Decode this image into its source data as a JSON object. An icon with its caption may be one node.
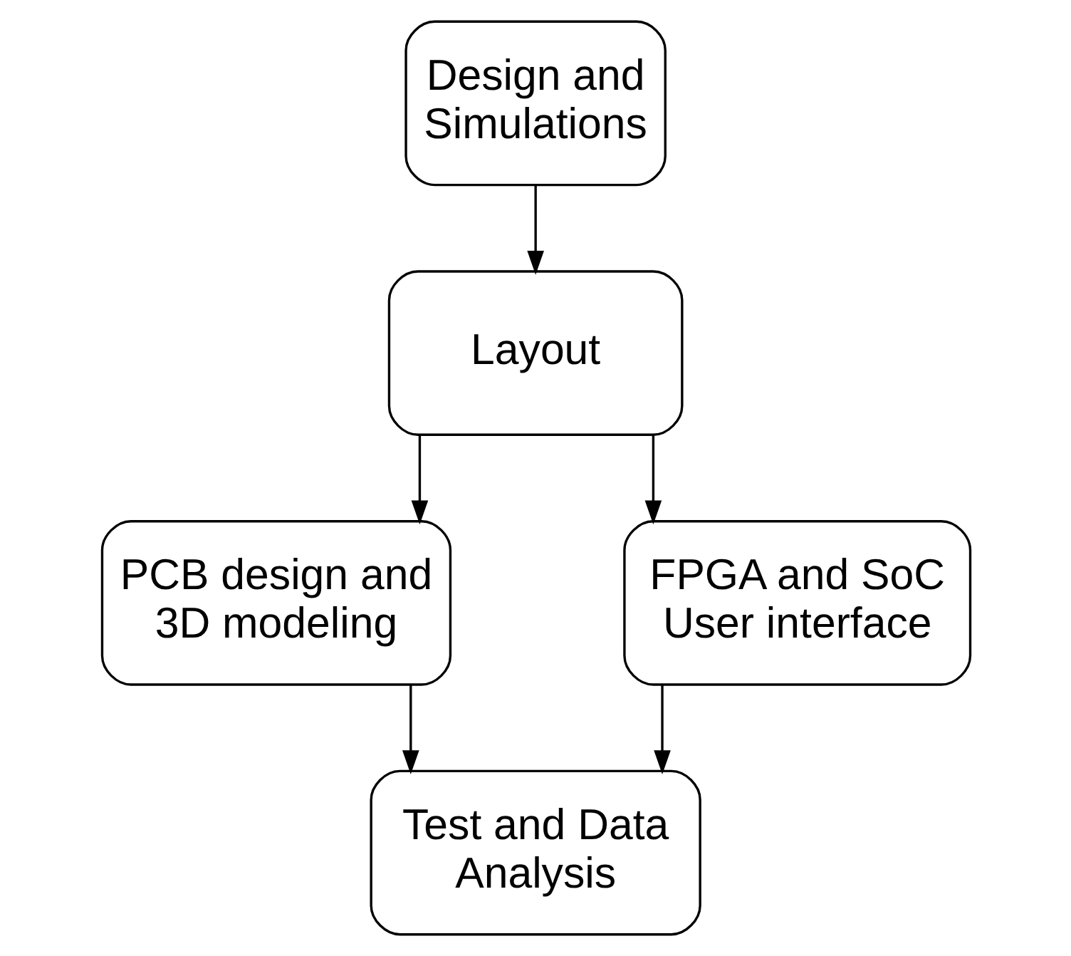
{
  "diagram": {
    "nodes": [
      {
        "text": [
          "Design and Simulations"
        ]
      },
      {
        "text": [
          "Layout"
        ]
      },
      {
        "text": [
          "PCB design and 3D modeling"
        ]
      },
      {
        "text": [
          "FPGA and SoC User interface"
        ]
      },
      {
        "text": [
          "Test and Data Analysis"
        ]
      }
    ],
    "edges": [
      {
        "from": 0,
        "to": 1,
        "arrow": "to"
      },
      {
        "from": 1,
        "to": 2,
        "arrow": "to"
      },
      {
        "from": 1,
        "to": 3,
        "arrow": "to"
      },
      {
        "from": 2,
        "to": 4,
        "arrow": "to"
      },
      {
        "from": 3,
        "to": 4,
        "arrow": "to"
      }
    ]
  }
}
